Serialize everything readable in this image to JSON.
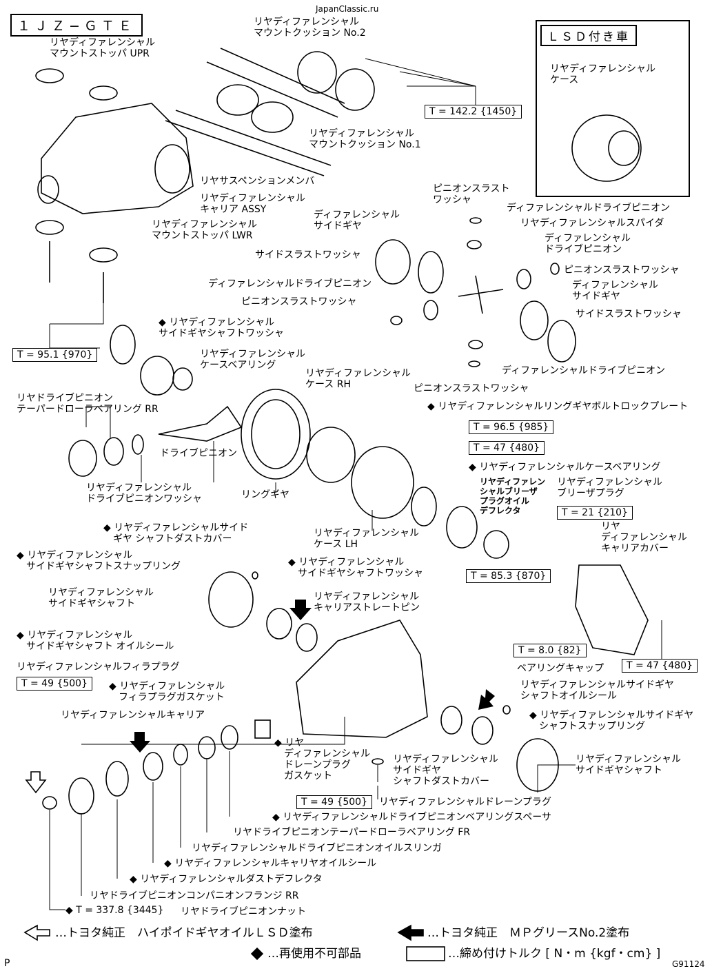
{
  "watermark": "JapanClassic.ru",
  "title": "１ＪＺ−ＧＴＥ",
  "lsd_box": {
    "title": "ＬＳＤ付き車",
    "label": "リヤディファレンシャル\nケース"
  },
  "labels": {
    "mount_stopper_upr": "リヤディファレンシャル\nマウントストッパ UPR",
    "mount_cushion_no2": "リヤディファレンシャル\nマウントクッション No.2",
    "mount_cushion_no1": "リヤディファレンシャル\nマウントクッション No.1",
    "suspension_member": "リヤサスペンションメンバ",
    "carrier_assy": "リヤディファレンシャル\nキャリア ASSY",
    "mount_stopper_lwr": "リヤディファレンシャル\nマウントストッパ LWR",
    "pinion_thrust_washer_1": "ピニオンスラスト\nワッシャ",
    "drive_pinion_1": "ディファレンシャルドライブピニオン",
    "spider": "リヤディファレンシャルスパイダ",
    "side_gear_1": "ディファレンシャル\nサイドギヤ",
    "drive_pinion_2": "ディファレンシャル\nドライブピニオン",
    "side_thrust_washer_1": "サイドスラストワッシャ",
    "pinion_thrust_washer_2": "ピニオンスラストワッシャ",
    "drive_pinion_3": "ディファレンシャルドライブピニオン",
    "side_gear_2": "ディファレンシャル\nサイドギヤ",
    "pinion_thrust_washer_3": "ピニオンスラストワッシャ",
    "side_thrust_washer_2": "サイドスラストワッシャ",
    "side_gear_shaft_washer_1": "◆ リヤディファレンシャル\nサイドギヤシャフトワッシャ",
    "case_bearing_1": "リヤディファレンシャル\nケースベアリング",
    "drive_pinion_4": "ディファレンシャルドライブピニオン",
    "pinion_thrust_washer_4": "ピニオンスラストワッシャ",
    "case_rh": "リヤディファレンシャル\nケース RH",
    "ring_gear_lock_plate": "◆ リヤディファレンシャルリングギヤボルトロックプレート",
    "taper_bearing_rr": "リヤドライブピニオン\nテーパードローラベアリング RR",
    "drive_pinion_label": "ドライブピニオン",
    "drive_pinion_washer": "リヤディファレンシャル\nドライブピニオンワッシャ",
    "ring_gear": "リングギヤ",
    "case_bearing_2": "◆ リヤディファレンシャルケースベアリング",
    "breather_deflector": "リヤディファレン\nシャルブリーザ\nプラグオイル\nデフレクタ",
    "breather_plug": "リヤディファレンシャル\nブリーザプラグ",
    "case_lh": "リヤディファレンシャル\nケース LH",
    "dust_cover_1": "◆ リヤディファレンシャルサイド\n　ギヤ シャフトダストカバー",
    "snap_ring_1": "◆ リヤディファレンシャル\n　サイドギヤシャフトスナップリング",
    "side_gear_shaft_washer_2": "◆ リヤディファレンシャル\n　サイドギヤシャフトワッシャ",
    "carrier_cover": "リヤ\nディファレンシャル\nキャリアカバー",
    "side_gear_shaft_1": "リヤディファレンシャル\nサイドギヤシャフト",
    "straight_pin": "リヤディファレンシャル\nキャリアストレートピン",
    "oil_seal_1": "◆ リヤディファレンシャル\n　サイドギヤシャフト オイルシール",
    "filler_plug": "リヤディファレンシャルフィラプラグ",
    "filler_gasket": "◆ リヤディファレンシャル\n　フィラプラグガスケット",
    "bearing_cap": "ベアリングキャップ",
    "oil_seal_2": "リヤディファレンシャルサイドギヤ\nシャフトオイルシール",
    "carrier": "リヤディファレンシャルキャリア",
    "snap_ring_2": "◆ リヤディファレンシャルサイドギヤ\n　シャフトスナップリング",
    "drain_gasket": "◆ リヤ\n　ディファレンシャル\n　ドレーンプラグ\n　ガスケット",
    "dust_cover_2": "リヤディファレンシャル\nサイドギヤ\nシャフトダストカバー",
    "side_gear_shaft_2": "リヤディファレンシャル\nサイドギヤシャフト",
    "drain_plug": "リヤディファレンシャルドレーンプラグ",
    "bearing_spacer": "◆ リヤディファレンシャルドライブピニオンベアリングスペーサ",
    "taper_bearing_fr": "リヤドライブピニオンテーパードローラベアリング FR",
    "oil_slinger": "リヤディファレンシャルドライブピニオンオイルスリンガ",
    "carrier_oil_seal": "◆ リヤディファレンシャルキャリヤオイルシール",
    "dust_deflector": "◆ リヤディファレンシャルダストデフレクタ",
    "companion_flange": "リヤドライブピニオンコンパニオンフランジ RR",
    "pinion_nut": "リヤドライブピニオンナット"
  },
  "torques": {
    "t1": "T = 142.2 {1450}",
    "t2": "T = 95.1 {970}",
    "t3": "T = 96.5 {985}",
    "t4": "T = 47 {480}",
    "t5": "T = 21 {210}",
    "t6": "T = 85.3 {870}",
    "t7": "T = 8.0 {82}",
    "t8": "T = 47 {480}",
    "t9": "T = 49 {500}",
    "t10": "T = 49 {500}",
    "t11": "◆ T = 337.8 {3445}"
  },
  "legend": {
    "hypoid": "…トヨタ純正　ハイポイドギヤオイルＬＳＤ塗布",
    "mp_grease": "…トヨタ純正　ＭＰグリースNo.2塗布",
    "non_reusable": "…再使用不可部品",
    "torque": "…締め付けトルク [ N・m {kgf・cm} ]"
  },
  "page_mark": "P",
  "figure_id": "G91124"
}
